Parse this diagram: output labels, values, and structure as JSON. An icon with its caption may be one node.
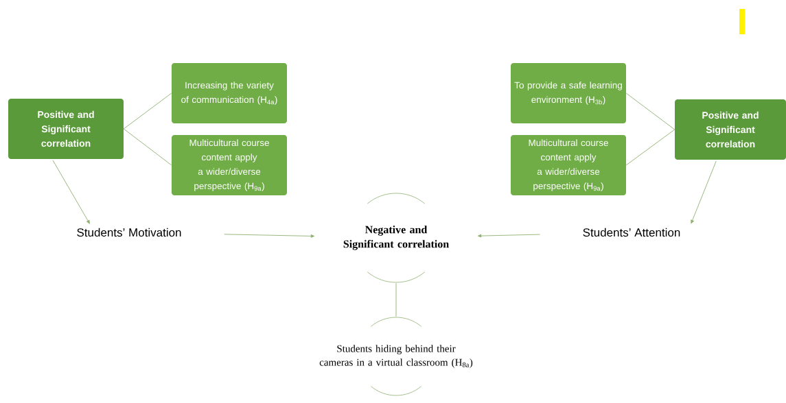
{
  "diagram": {
    "nodes": [
      {
        "text": [
          "Positive and Significant correlation"
        ]
      },
      {
        "text": [
          "Increasing the variety of communication (H$_{4a}$)"
        ]
      },
      {
        "text": [
          "Multicultural course content apply a wider/diverse perspective (H$_{9a}$)"
        ]
      },
      {
        "text": [
          "To provide a safe learning environment (H$_{3b}$)"
        ]
      },
      {
        "text": [
          "Multicultural course content apply a wider/diverse perspective (H$_{9a}$)"
        ]
      },
      {
        "text": [
          "Positive and Significant correlation"
        ]
      },
      {
        "text": [
          "Students’ Motivation"
        ]
      },
      {
        "text": [
          "Negative and Significant correlation"
        ]
      },
      {
        "text": [
          "Students hiding behind their cameras in a virtual classroom (H$_{8a}$)"
        ]
      },
      {
        "text": [
          "Students’ Attention"
        ]
      }
    ],
    "edges": [
      {
        "from": 0,
        "to": 1,
        "arrow": "none"
      },
      {
        "from": 0,
        "to": 2,
        "arrow": "none"
      },
      {
        "from": 3,
        "to": 5,
        "arrow": "none"
      },
      {
        "from": 4,
        "to": 5,
        "arrow": "none"
      },
      {
        "from": 0,
        "to": 6,
        "arrow": "to"
      },
      {
        "from": 5,
        "to": 9,
        "arrow": "to"
      },
      {
        "from": 6,
        "to": 7,
        "arrow": "to"
      },
      {
        "from": 9,
        "to": 7,
        "arrow": "to"
      },
      {
        "from": 7,
        "to": 8,
        "arrow": "none"
      }
    ]
  }
}
